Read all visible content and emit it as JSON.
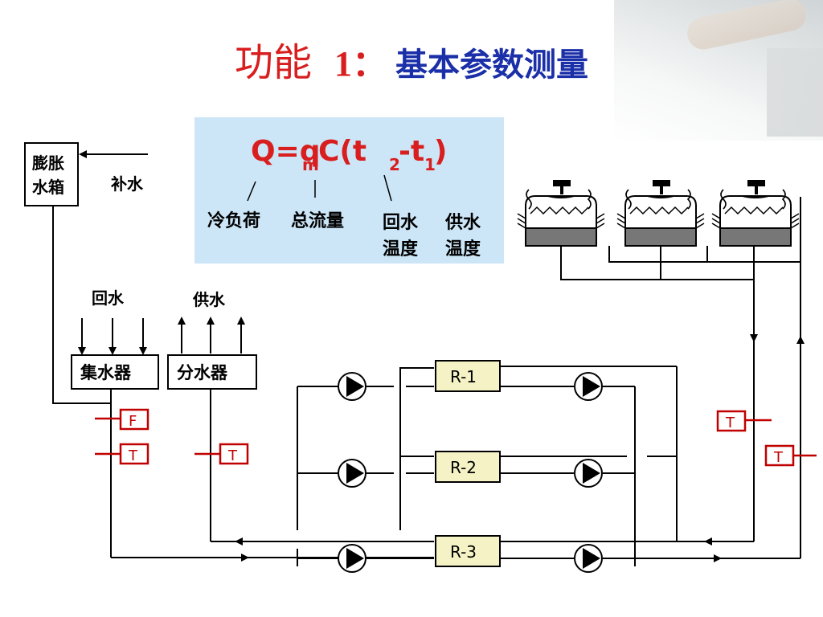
{
  "title": {
    "prefix": "功能",
    "number": "1：",
    "text": "基本参数测量"
  },
  "formula": {
    "Q": "Q=q",
    "m": "m",
    "C": "C(t",
    "sub2": "2",
    "dash": "-t",
    "sub1": "1",
    "close": ")",
    "cold_load": "冷负荷",
    "total_flow": "总流量",
    "return_temp": [
      "回水",
      "温度"
    ],
    "supply_temp": [
      "供水",
      "温度"
    ]
  },
  "labels": {
    "expansion_tank": [
      "膨胀",
      "水箱"
    ],
    "makeup_water": "补水",
    "return_water": "回水",
    "supply_water": "供水",
    "collector": "集水器",
    "distributor": "分水器"
  },
  "sensors": {
    "flow": "F",
    "temp": "T"
  },
  "units": [
    "R-1",
    "R-2",
    "R-3"
  ],
  "colors": {
    "title_red": "#d81e1e",
    "title_blue": "#1a2fa8",
    "sensor_red": "#c00000",
    "formula_bg": "#cce6f7",
    "unit_fill": "#f5f3c6"
  }
}
